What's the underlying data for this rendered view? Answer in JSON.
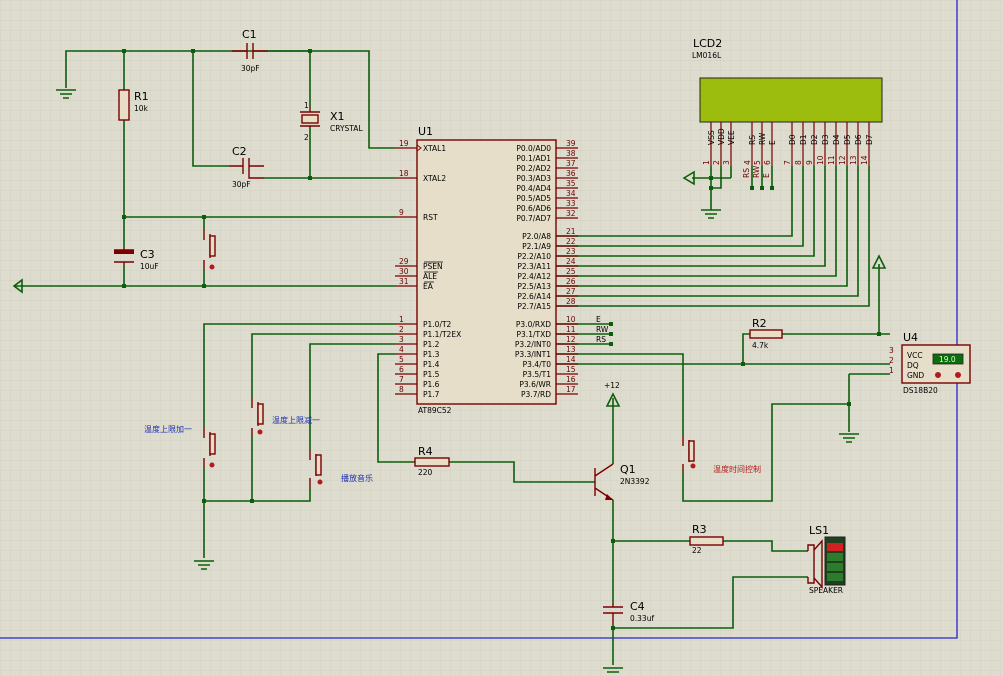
{
  "components": {
    "c1": {
      "ref": "C1",
      "value": "30pF"
    },
    "c2": {
      "ref": "C2",
      "value": "30pF"
    },
    "c3": {
      "ref": "C3",
      "value": "10uF"
    },
    "c4": {
      "ref": "C4",
      "value": "0.33uf"
    },
    "r1": {
      "ref": "R1",
      "value": "10k"
    },
    "r2": {
      "ref": "R2",
      "value": "4.7k"
    },
    "r3": {
      "ref": "R3",
      "value": "22"
    },
    "r4": {
      "ref": "R4",
      "value": "220"
    },
    "x1": {
      "ref": "X1",
      "value": "CRYSTAL"
    },
    "u1": {
      "ref": "U1",
      "value": "AT89C52"
    },
    "lcd2": {
      "ref": "LCD2",
      "value": "LM016L"
    },
    "u4": {
      "ref": "U4",
      "value": "DS18B20",
      "display": "19.0",
      "pins": [
        "VCC",
        "DQ",
        "GND"
      ]
    },
    "q1": {
      "ref": "Q1",
      "value": "2N3392"
    },
    "ls1": {
      "ref": "LS1",
      "value": "SPEAKER"
    }
  },
  "u1_pins": {
    "left": [
      {
        "num": "19",
        "name": "XTAL1"
      },
      {
        "num": "18",
        "name": "XTAL2"
      },
      {
        "num": "9",
        "name": "RST"
      },
      {
        "num": "29",
        "name": "PSEN"
      },
      {
        "num": "30",
        "name": "ALE"
      },
      {
        "num": "31",
        "name": "EA"
      },
      {
        "num": "1",
        "name": "P1.0/T2"
      },
      {
        "num": "2",
        "name": "P1.1/T2EX"
      },
      {
        "num": "3",
        "name": "P1.2"
      },
      {
        "num": "4",
        "name": "P1.3"
      },
      {
        "num": "5",
        "name": "P1.4"
      },
      {
        "num": "6",
        "name": "P1.5"
      },
      {
        "num": "7",
        "name": "P1.6"
      },
      {
        "num": "8",
        "name": "P1.7"
      }
    ],
    "right": [
      {
        "num": "39",
        "name": "P0.0/AD0"
      },
      {
        "num": "38",
        "name": "P0.1/AD1"
      },
      {
        "num": "37",
        "name": "P0.2/AD2"
      },
      {
        "num": "36",
        "name": "P0.3/AD3"
      },
      {
        "num": "35",
        "name": "P0.4/AD4"
      },
      {
        "num": "34",
        "name": "P0.5/AD5"
      },
      {
        "num": "33",
        "name": "P0.6/AD6"
      },
      {
        "num": "32",
        "name": "P0.7/AD7"
      },
      {
        "num": "21",
        "name": "P2.0/A8"
      },
      {
        "num": "22",
        "name": "P2.1/A9"
      },
      {
        "num": "23",
        "name": "P2.2/A10"
      },
      {
        "num": "24",
        "name": "P2.3/A11"
      },
      {
        "num": "25",
        "name": "P2.4/A12"
      },
      {
        "num": "26",
        "name": "P2.5/A13"
      },
      {
        "num": "27",
        "name": "P2.6/A14"
      },
      {
        "num": "28",
        "name": "P2.7/A15"
      },
      {
        "num": "10",
        "name": "P3.0/RXD"
      },
      {
        "num": "11",
        "name": "P3.1/TXD"
      },
      {
        "num": "12",
        "name": "P3.2/INT0"
      },
      {
        "num": "13",
        "name": "P3.3/INT1"
      },
      {
        "num": "14",
        "name": "P3.4/T0"
      },
      {
        "num": "15",
        "name": "P3.5/T1"
      },
      {
        "num": "16",
        "name": "P3.6/WR"
      },
      {
        "num": "17",
        "name": "P3.7/RD"
      }
    ],
    "port3_net_labels": [
      "E",
      "RW",
      "RS"
    ]
  },
  "lcd_pins": [
    {
      "num": "1",
      "name": "VSS"
    },
    {
      "num": "2",
      "name": "VDD"
    },
    {
      "num": "3",
      "name": "VEE"
    },
    {
      "num": "4",
      "name": "RS"
    },
    {
      "num": "5",
      "name": "RW"
    },
    {
      "num": "6",
      "name": "E"
    },
    {
      "num": "7",
      "name": "D0"
    },
    {
      "num": "8",
      "name": "D1"
    },
    {
      "num": "9",
      "name": "D2"
    },
    {
      "num": "10",
      "name": "D3"
    },
    {
      "num": "11",
      "name": "D4"
    },
    {
      "num": "12",
      "name": "D5"
    },
    {
      "num": "13",
      "name": "D6"
    },
    {
      "num": "14",
      "name": "D7"
    }
  ],
  "lcd_net_labels": [
    "RS",
    "RW",
    "E"
  ],
  "x1_pins": [
    "1",
    "2"
  ],
  "u4_pin_numbers": [
    "3",
    "2",
    "1"
  ],
  "supply_label": "+12",
  "button_labels": {
    "temp_up_add": "温度上限加一",
    "temp_up_sub": "温度上限减一",
    "play_music": "播放音乐",
    "temp_time_ctrl": "温度时间控制"
  },
  "colors": {
    "background": "#dedcce",
    "wire": "#0b5e0b",
    "part_outline": "#7a0000",
    "lcd_screen": "#9cbd0e",
    "sheet_border": "#2525c8"
  }
}
